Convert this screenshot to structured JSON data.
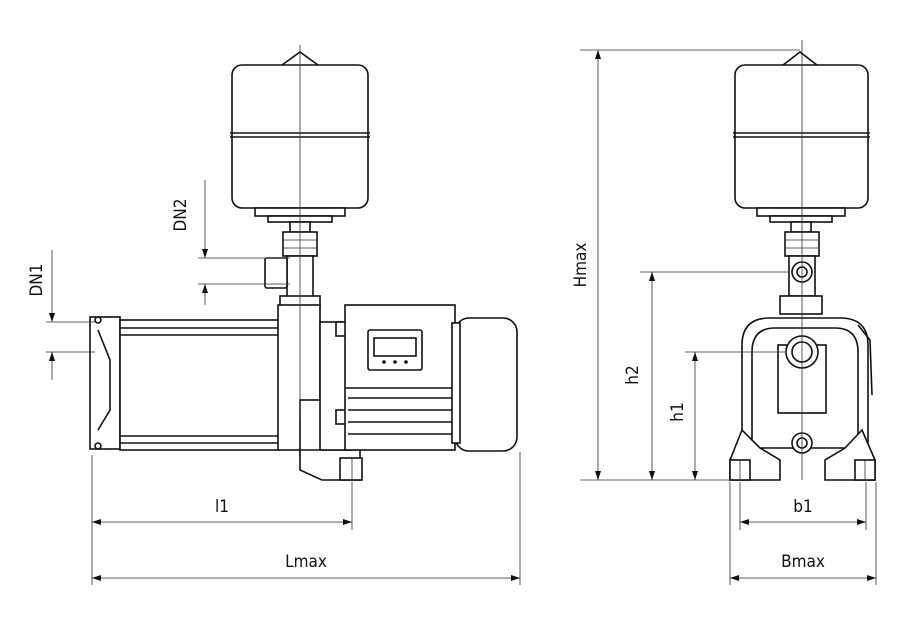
{
  "figure": {
    "views": [
      "side-view",
      "front-view"
    ]
  },
  "dimensions": {
    "dn1": "DN1",
    "dn2": "DN2",
    "l1": "l1",
    "lmax": "Lmax",
    "hmax": "Hmax",
    "h2": "h2",
    "h1": "h1",
    "b1": "b1",
    "bmax": "Bmax"
  }
}
